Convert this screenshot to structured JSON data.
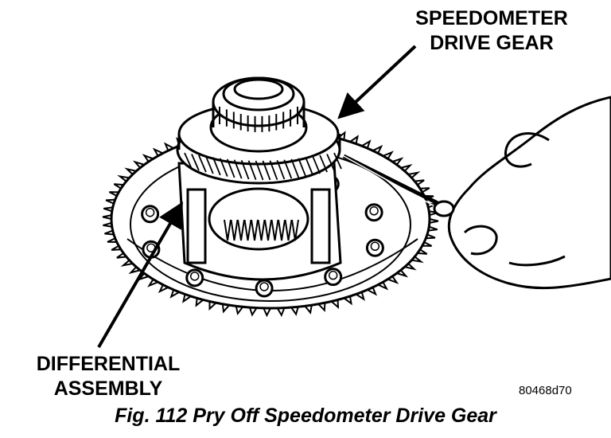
{
  "callouts": {
    "speedometer_drive_gear": [
      "SPEEDOMETER",
      "DRIVE GEAR"
    ],
    "differential_assembly": [
      "DIFFERENTIAL",
      "ASSEMBLY"
    ]
  },
  "drawing_id": "80468d70",
  "caption": "Fig. 112 Pry Off Speedometer Drive Gear"
}
